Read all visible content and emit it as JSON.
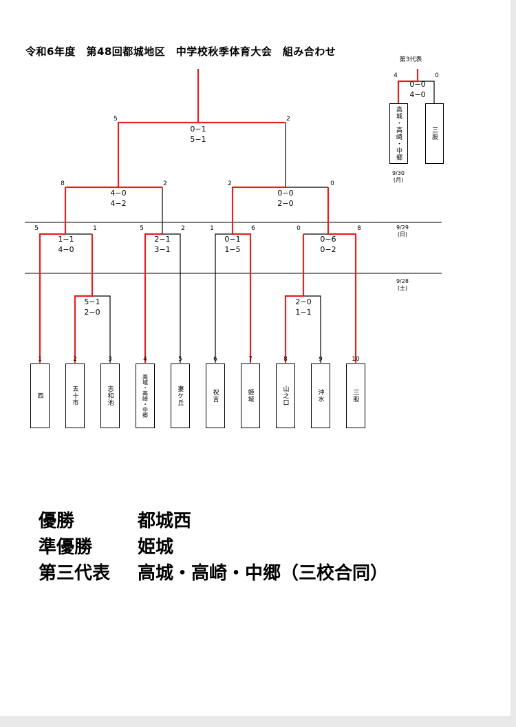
{
  "title": "令和6年度　第48回都城地区　中学校秋季体育大会　組み合わせ",
  "third_place_label": "第3代表",
  "dates": {
    "d930": "9/30\n(月)",
    "d929": "9/29\n(日)",
    "d928": "9/28\n(土)"
  },
  "teams": [
    {
      "seed": "1",
      "name": "西"
    },
    {
      "seed": "2",
      "name": "五十市"
    },
    {
      "seed": "3",
      "name": "志和池"
    },
    {
      "seed": "4",
      "name": "高城・高崎・中郷"
    },
    {
      "seed": "5",
      "name": "妻ケ丘"
    },
    {
      "seed": "6",
      "name": "祝吉"
    },
    {
      "seed": "7",
      "name": "姫城"
    },
    {
      "seed": "8",
      "name": "山之口"
    },
    {
      "seed": "9",
      "name": "沖水"
    },
    {
      "seed": "10",
      "name": "三股"
    }
  ],
  "matches": {
    "r1a": {
      "left": "",
      "right": "",
      "score": "5−1\n2−0"
    },
    "r1b": {
      "left": "",
      "right": "",
      "score": "2−0\n1−1"
    },
    "qf1": {
      "left": "5",
      "right": "1",
      "score": "1−1\n4−0"
    },
    "qf2": {
      "left": "5",
      "right": "2",
      "score": "2−1\n3−1"
    },
    "qf3": {
      "left": "1",
      "right": "6",
      "score": "0−1\n1−5"
    },
    "qf4": {
      "left": "0",
      "right": "8",
      "score": "0−6\n0−2"
    },
    "sf1": {
      "left": "8",
      "right": "2",
      "score": "4−0\n4−2"
    },
    "sf2": {
      "left": "2",
      "right": "0",
      "score": "0−0\n2−0"
    },
    "final": {
      "left": "5",
      "right": "2",
      "score": "0−1\n5−1"
    },
    "third": {
      "left": "4",
      "right": "0",
      "score": "0−0\n4−0"
    }
  },
  "third_teams": [
    {
      "name": "高城・高崎・中郷"
    },
    {
      "name": "三股"
    }
  ],
  "results": {
    "champion_label": "優勝",
    "champion": "都城西",
    "runner_label": "準優勝",
    "runner": "姫城",
    "third_label": "第三代表",
    "third": "高城・高崎・中郷（三校合同）"
  },
  "colors": {
    "win": "#e52020",
    "line": "#000000"
  }
}
